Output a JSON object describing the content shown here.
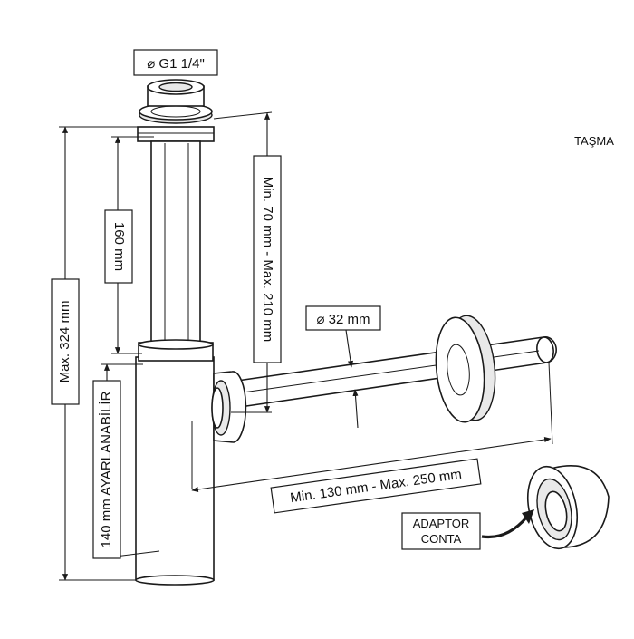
{
  "labels": {
    "thread_size": "⌀ G1 1/4\"",
    "overflow": "TAŞMA",
    "tube_length": "160 mm",
    "height_range": "Min. 70 mm - Max. 210 mm",
    "total_height": "Max. 324 mm",
    "adjustable": "140 mm AYARLANABİLİR",
    "pipe_diameter": "⌀ 32 mm",
    "horizontal_range": "Min. 130 mm - Max. 250 mm",
    "adaptor_line1": "ADAPTOR",
    "adaptor_line2": "CONTA"
  }
}
